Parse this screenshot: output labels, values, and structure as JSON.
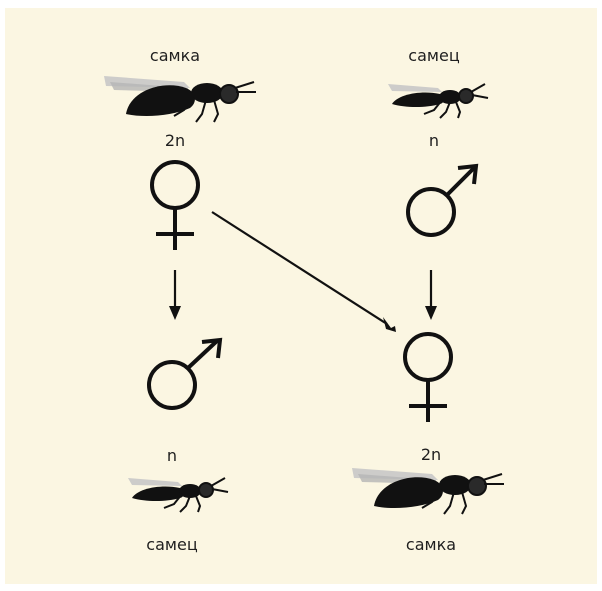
{
  "top": {
    "female": {
      "label": "самка",
      "ploidy": "2n",
      "symbol": "female-symbol"
    },
    "male": {
      "label": "самец",
      "ploidy": "n",
      "symbol": "male-symbol"
    }
  },
  "bottom": {
    "male": {
      "label": "самец",
      "ploidy": "n",
      "symbol": "male-symbol"
    },
    "female": {
      "label": "самка",
      "ploidy": "2n",
      "symbol": "female-symbol"
    }
  },
  "colors": {
    "background": "#fbf6e2",
    "ink": "#111111"
  },
  "icons": [
    "wasp-female-icon",
    "wasp-male-icon",
    "female-symbol",
    "male-symbol",
    "arrow-down",
    "arrow-diagonal"
  ]
}
